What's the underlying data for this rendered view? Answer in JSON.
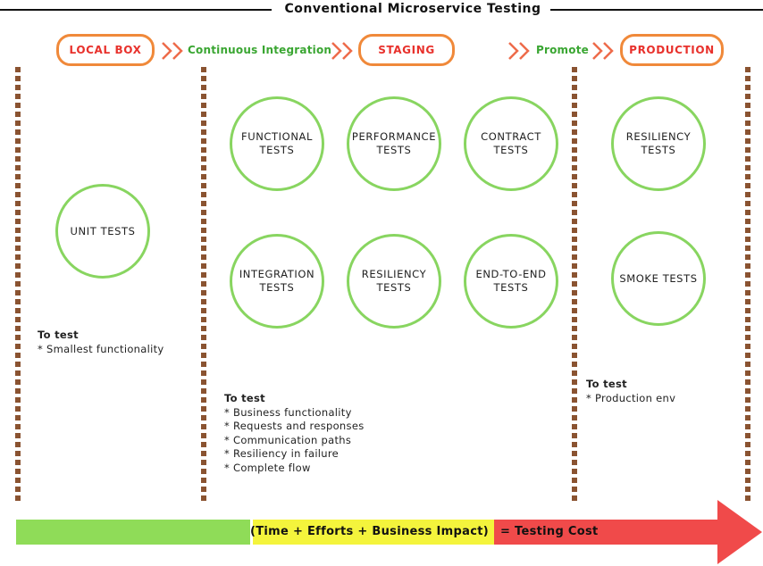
{
  "title": "Conventional Microservice Testing",
  "stages": {
    "local_box": "LOCAL BOX",
    "staging": "STAGING",
    "production": "PRODUCTION"
  },
  "transitions": {
    "ci": "Continuous Integration",
    "promote": "Promote"
  },
  "tests": {
    "local": [
      [
        "UNIT TESTS"
      ]
    ],
    "staging": [
      [
        "FUNCTIONAL",
        "TESTS"
      ],
      [
        "PERFORMANCE",
        "TESTS"
      ],
      [
        "CONTRACT",
        "TESTS"
      ],
      [
        "INTEGRATION",
        "TESTS"
      ],
      [
        "RESILIENCY",
        "TESTS"
      ],
      [
        "END-TO-END",
        "TESTS"
      ]
    ],
    "production": [
      [
        "RESILIENCY",
        "TESTS"
      ],
      [
        "SMOKE TESTS"
      ]
    ]
  },
  "notes": {
    "local": {
      "heading": "To test",
      "items": [
        "* Smallest functionality"
      ]
    },
    "staging": {
      "heading": "To test",
      "items": [
        "* Business functionality",
        "* Requests and responses",
        "* Communication paths",
        "* Resiliency in failure",
        "* Complete flow"
      ]
    },
    "production": {
      "heading": "To test",
      "items": [
        "* Production env"
      ]
    }
  },
  "cost_bar": {
    "factors": "(Time + Efforts + Business Impact)",
    "result": "= Testing Cost"
  },
  "colors": {
    "pill_border": "#f0893a",
    "pill_text": "#e8312c",
    "phase_text": "#3aa632",
    "circle_border": "#88d560",
    "lane": "#8a5331",
    "bar_green": "#8fdc58",
    "bar_yellow": "#f4f43c",
    "bar_red": "#f04a4a"
  }
}
